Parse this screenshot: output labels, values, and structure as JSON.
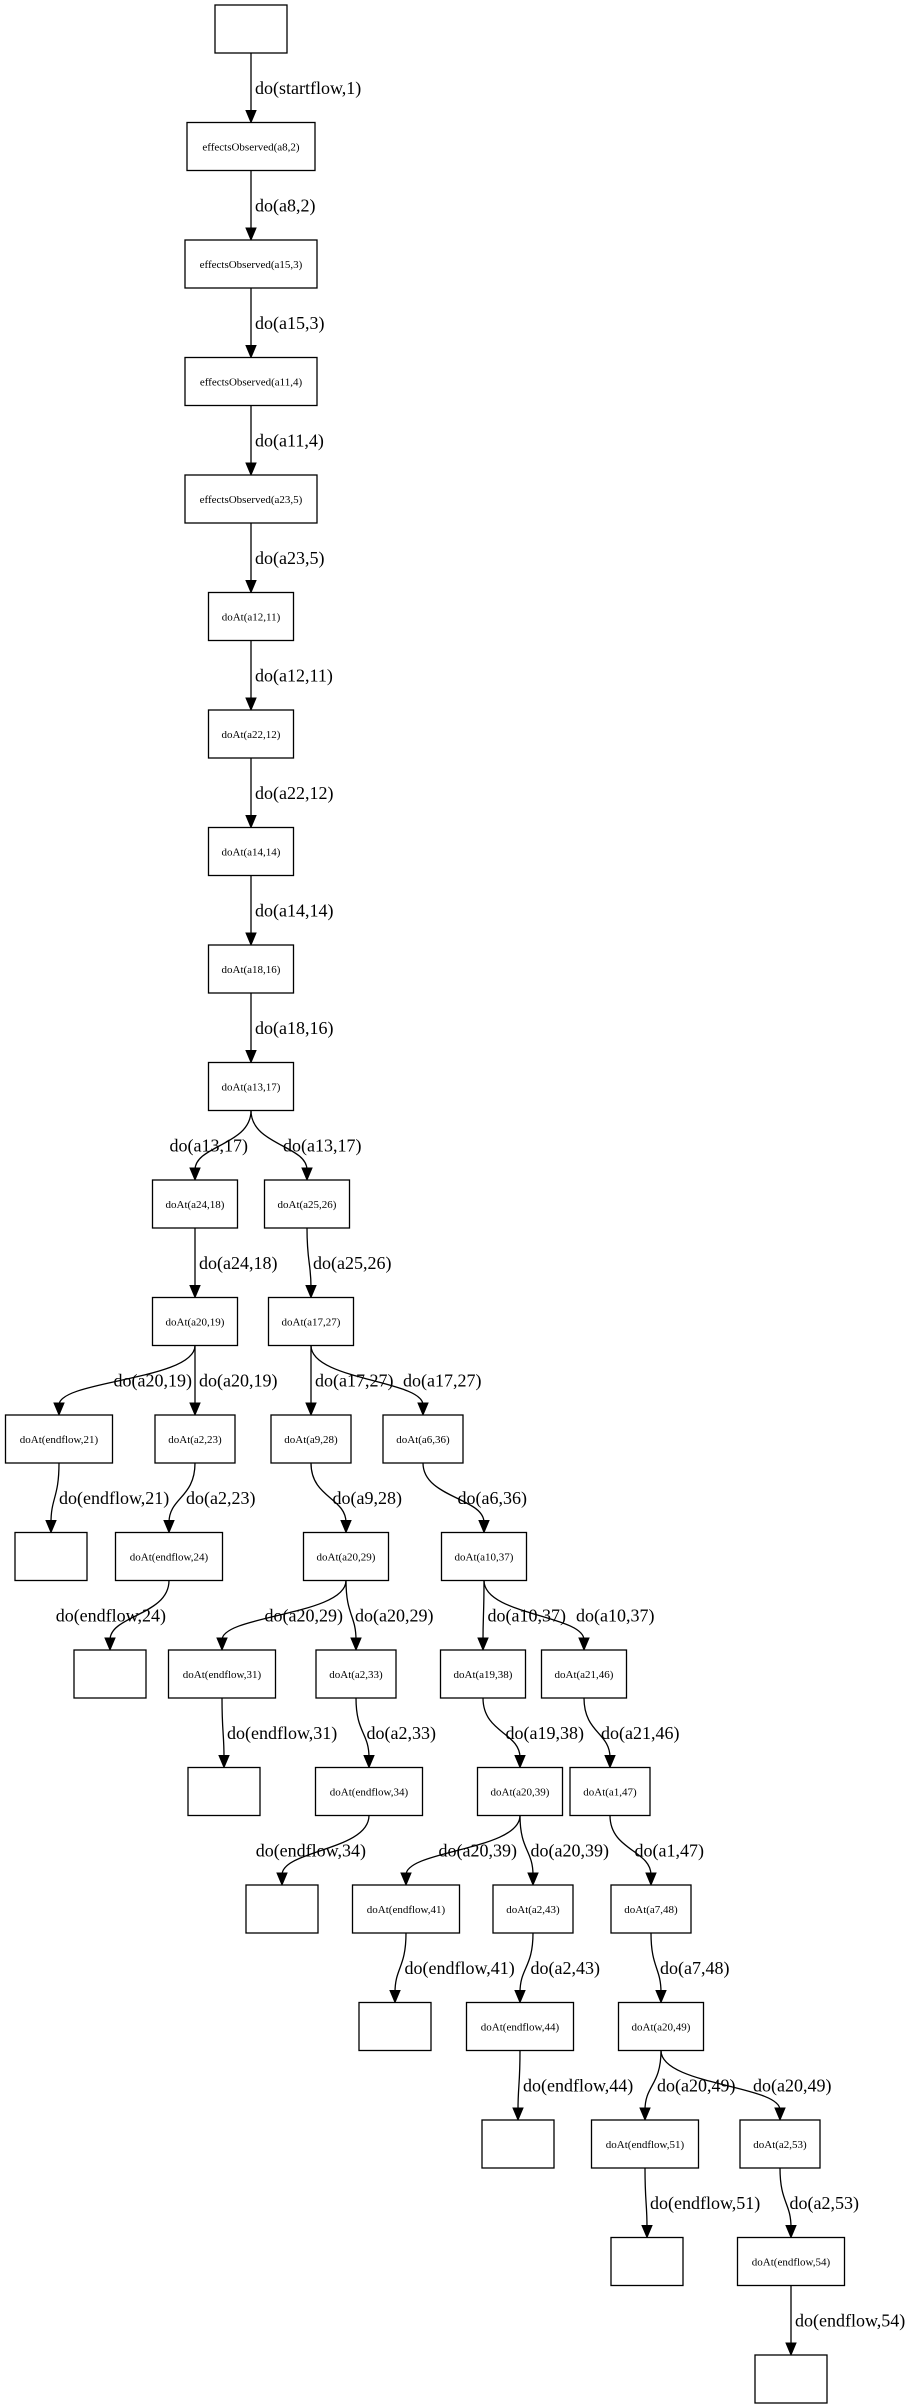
{
  "colors": {
    "stroke": "#000000",
    "background": "#ffffff"
  },
  "nodes": [
    {
      "id": "n0",
      "label": ""
    },
    {
      "id": "n1",
      "label": "effectsObserved(a8,2)"
    },
    {
      "id": "n2",
      "label": "effectsObserved(a15,3)"
    },
    {
      "id": "n3",
      "label": "effectsObserved(a11,4)"
    },
    {
      "id": "n4",
      "label": "effectsObserved(a23,5)"
    },
    {
      "id": "n5",
      "label": "doAt(a12,11)"
    },
    {
      "id": "n6",
      "label": "doAt(a22,12)"
    },
    {
      "id": "n7",
      "label": "doAt(a14,14)"
    },
    {
      "id": "n8",
      "label": "doAt(a18,16)"
    },
    {
      "id": "n9",
      "label": "doAt(a13,17)"
    },
    {
      "id": "n10",
      "label": "doAt(a24,18)"
    },
    {
      "id": "n11",
      "label": "doAt(a25,26)"
    },
    {
      "id": "n12",
      "label": "doAt(a20,19)"
    },
    {
      "id": "n13",
      "label": "doAt(a17,27)"
    },
    {
      "id": "n14",
      "label": "doAt(endflow,21)"
    },
    {
      "id": "n15",
      "label": "doAt(a2,23)"
    },
    {
      "id": "n16",
      "label": "doAt(a9,28)"
    },
    {
      "id": "n17",
      "label": "doAt(a6,36)"
    },
    {
      "id": "n18",
      "label": ""
    },
    {
      "id": "n19",
      "label": "doAt(endflow,24)"
    },
    {
      "id": "n20",
      "label": "doAt(a20,29)"
    },
    {
      "id": "n21",
      "label": "doAt(a10,37)"
    },
    {
      "id": "n22",
      "label": ""
    },
    {
      "id": "n23",
      "label": "doAt(endflow,31)"
    },
    {
      "id": "n24",
      "label": "doAt(a2,33)"
    },
    {
      "id": "n25",
      "label": "doAt(a19,38)"
    },
    {
      "id": "n26",
      "label": "doAt(a21,46)"
    },
    {
      "id": "n27",
      "label": ""
    },
    {
      "id": "n28",
      "label": "doAt(endflow,34)"
    },
    {
      "id": "n29",
      "label": "doAt(a20,39)"
    },
    {
      "id": "n30",
      "label": "doAt(a1,47)"
    },
    {
      "id": "n31",
      "label": ""
    },
    {
      "id": "n32",
      "label": "doAt(endflow,41)"
    },
    {
      "id": "n33",
      "label": "doAt(a2,43)"
    },
    {
      "id": "n34",
      "label": "doAt(a7,48)"
    },
    {
      "id": "n35",
      "label": ""
    },
    {
      "id": "n36",
      "label": "doAt(endflow,44)"
    },
    {
      "id": "n37",
      "label": "doAt(a20,49)"
    },
    {
      "id": "n38",
      "label": ""
    },
    {
      "id": "n39",
      "label": "doAt(endflow,51)"
    },
    {
      "id": "n40",
      "label": "doAt(a2,53)"
    },
    {
      "id": "n41",
      "label": ""
    },
    {
      "id": "n42",
      "label": "doAt(endflow,54)"
    },
    {
      "id": "n43",
      "label": ""
    }
  ],
  "edges": [
    {
      "from": "n0",
      "to": "n1",
      "label": "do(startflow,1)"
    },
    {
      "from": "n1",
      "to": "n2",
      "label": "do(a8,2)"
    },
    {
      "from": "n2",
      "to": "n3",
      "label": "do(a15,3)"
    },
    {
      "from": "n3",
      "to": "n4",
      "label": "do(a11,4)"
    },
    {
      "from": "n4",
      "to": "n5",
      "label": "do(a23,5)"
    },
    {
      "from": "n5",
      "to": "n6",
      "label": "do(a12,11)"
    },
    {
      "from": "n6",
      "to": "n7",
      "label": "do(a22,12)"
    },
    {
      "from": "n7",
      "to": "n8",
      "label": "do(a14,14)"
    },
    {
      "from": "n8",
      "to": "n9",
      "label": "do(a18,16)"
    },
    {
      "from": "n9",
      "to": "n10",
      "label": "do(a13,17)"
    },
    {
      "from": "n9",
      "to": "n11",
      "label": "do(a13,17)"
    },
    {
      "from": "n10",
      "to": "n12",
      "label": "do(a24,18)"
    },
    {
      "from": "n11",
      "to": "n13",
      "label": "do(a25,26)"
    },
    {
      "from": "n12",
      "to": "n14",
      "label": "do(a20,19)"
    },
    {
      "from": "n12",
      "to": "n15",
      "label": "do(a20,19)"
    },
    {
      "from": "n13",
      "to": "n16",
      "label": "do(a17,27)"
    },
    {
      "from": "n13",
      "to": "n17",
      "label": "do(a17,27)"
    },
    {
      "from": "n14",
      "to": "n18",
      "label": "do(endflow,21)"
    },
    {
      "from": "n15",
      "to": "n19",
      "label": "do(a2,23)"
    },
    {
      "from": "n16",
      "to": "n20",
      "label": "do(a9,28)"
    },
    {
      "from": "n17",
      "to": "n21",
      "label": "do(a6,36)"
    },
    {
      "from": "n19",
      "to": "n22",
      "label": "do(endflow,24)"
    },
    {
      "from": "n20",
      "to": "n23",
      "label": "do(a20,29)"
    },
    {
      "from": "n20",
      "to": "n24",
      "label": "do(a20,29)"
    },
    {
      "from": "n21",
      "to": "n25",
      "label": "do(a10,37)"
    },
    {
      "from": "n21",
      "to": "n26",
      "label": "do(a10,37)"
    },
    {
      "from": "n23",
      "to": "n27",
      "label": "do(endflow,31)"
    },
    {
      "from": "n24",
      "to": "n28",
      "label": "do(a2,33)"
    },
    {
      "from": "n25",
      "to": "n29",
      "label": "do(a19,38)"
    },
    {
      "from": "n26",
      "to": "n30",
      "label": "do(a21,46)"
    },
    {
      "from": "n28",
      "to": "n31",
      "label": "do(endflow,34)"
    },
    {
      "from": "n29",
      "to": "n32",
      "label": "do(a20,39)"
    },
    {
      "from": "n29",
      "to": "n33",
      "label": "do(a20,39)"
    },
    {
      "from": "n30",
      "to": "n34",
      "label": "do(a1,47)"
    },
    {
      "from": "n32",
      "to": "n35",
      "label": "do(endflow,41)"
    },
    {
      "from": "n33",
      "to": "n36",
      "label": "do(a2,43)"
    },
    {
      "from": "n34",
      "to": "n37",
      "label": "do(a7,48)"
    },
    {
      "from": "n36",
      "to": "n38",
      "label": "do(endflow,44)"
    },
    {
      "from": "n37",
      "to": "n39",
      "label": "do(a20,49)"
    },
    {
      "from": "n37",
      "to": "n40",
      "label": "do(a20,49)"
    },
    {
      "from": "n39",
      "to": "n41",
      "label": "do(endflow,51)"
    },
    {
      "from": "n40",
      "to": "n42",
      "label": "do(a2,53)"
    },
    {
      "from": "n42",
      "to": "n43",
      "label": "do(endflow,54)"
    }
  ]
}
